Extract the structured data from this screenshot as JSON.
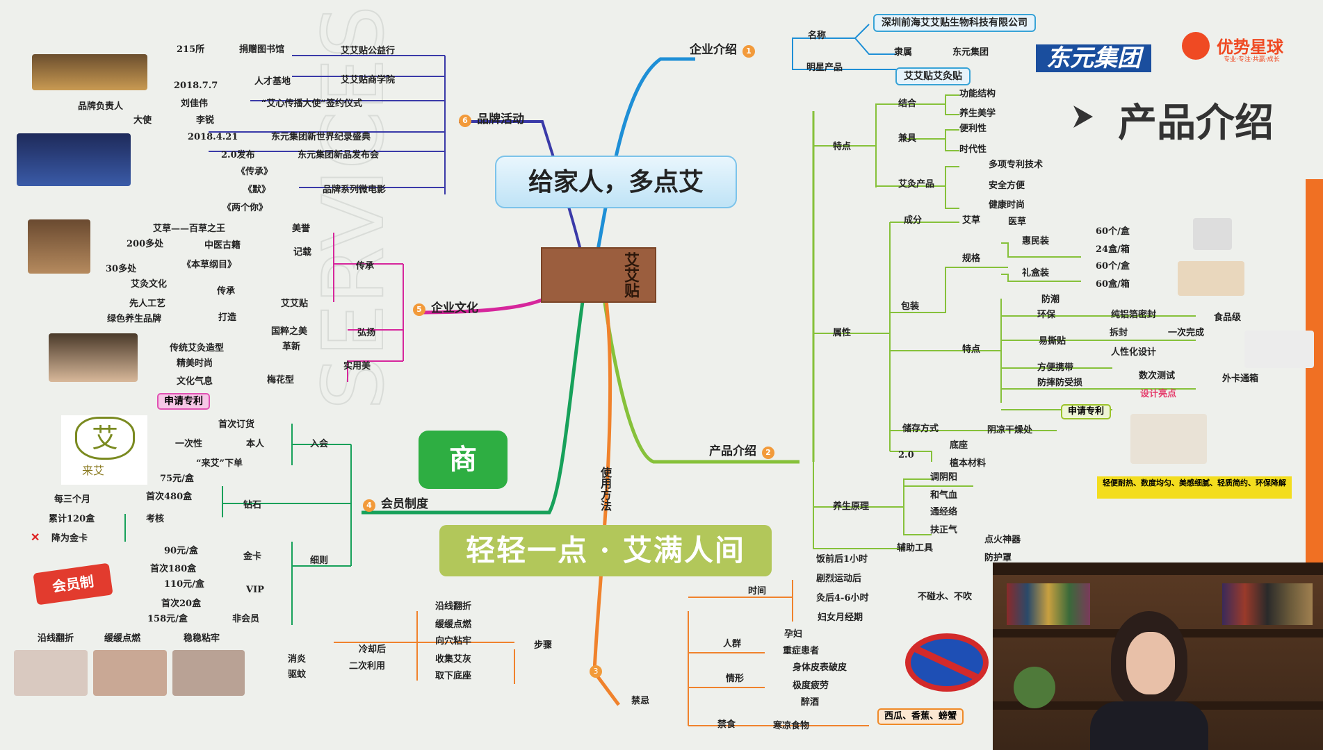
{
  "title_banner": "给家人，多点艾",
  "center_label": "艾艾贴",
  "slogan": "轻轻一点 · 艾满人间",
  "usage_label": "使用方法",
  "section_heading": "产品介绍",
  "brand": {
    "name": "优势星球",
    "tagline": "专业·专注·共赢·成长",
    "partner_logo": "东元集团"
  },
  "shang_icon_text": "商",
  "aiai_logo": {
    "char": "艾",
    "sub": "来艾"
  },
  "member_badge": "会员制",
  "branches": {
    "company": "企业介绍",
    "product": "产品介绍",
    "brand": "品牌活动",
    "culture": "企业文化",
    "member": "会员制度"
  },
  "nums": {
    "company": "1",
    "product": "2",
    "brand": "6",
    "culture": "5",
    "member": "4",
    "usage": "3"
  },
  "company": {
    "name_label": "名称",
    "name_value": "深圳前海艾艾贴生物科技有限公司",
    "belong_label": "隶属",
    "belong_value": "东元集团",
    "star_label": "明星产品",
    "star_value": "艾艾贴艾灸贴"
  },
  "product": {
    "features": "特点",
    "combine": "结合",
    "func_struct": "功能结构",
    "health_beauty": "养生美学",
    "both": "兼具",
    "convenience": "便利性",
    "modern": "时代性",
    "moxa_product": "艾灸产品",
    "multi_patent": "多项专利技术",
    "safe": "安全方便",
    "health_fashion": "健康时尚",
    "attr": "属性",
    "ingredient": "成分",
    "moxa": "艾草",
    "medicine": "医草",
    "pack": "包装",
    "spec": "规格",
    "benefit_pack": "惠民装",
    "gift_pack": "礼盒装",
    "p60a": "60个/盒",
    "p24": "24盒/箱",
    "p60b": "60个/盒",
    "p60c": "60盒/箱",
    "features2": "特点",
    "moisture": "防潮",
    "eco": "环保",
    "foil": "纯铝箔密封",
    "food_grade": "食品级",
    "tear": "易撕贴",
    "open": "拆封",
    "once": "一次完成",
    "human": "人性化设计",
    "carry": "方便携带",
    "anti": "防摔防受损",
    "test": "数次测试",
    "export": "外卡通箱",
    "design": "设计亮点",
    "apply_patent": "申请专利",
    "store": "储存方式",
    "store_val": "阴凉干燥处",
    "v2": "2.0",
    "base": "底座",
    "plant": "植本材料",
    "note": "轻便耐热、数度均匀、美感细腻、轻质简约、环保降解",
    "principle": "养生原理",
    "yin": "调阴阳",
    "qi": "和气血",
    "meridian": "通经络",
    "zheng": "扶正气",
    "aux": "辅助工具",
    "fire": "点火神器",
    "guard": "防护罩"
  },
  "brand_act": {
    "n215": "215所",
    "library": "捐赠图书馆",
    "charity": "艾艾贴公益行",
    "d2018_7_7": "2018.7.7",
    "talent": "人才基地",
    "academy": "艾艾贴商学院",
    "brand_owner": "品牌负责人",
    "liu": "刘佳伟",
    "ambassador_rite": "“艾心传播大使”签约仪式",
    "envoy": "大使",
    "li": "李锐",
    "d2018_4_21": "2018.4.21",
    "world_record": "东元集团新世界纪录盛典",
    "release": "2.0发布",
    "new_release": "东元集团新品发布会",
    "chuancheng": "《传承》",
    "mo": "《默》",
    "two_you": "《两个你》",
    "film": "品牌系列微电影"
  },
  "culture": {
    "mugwort_king": "艾草——百草之王",
    "beauty": "美誉",
    "n200": "200多处",
    "tcm_books": "中医古籍",
    "record": "记载",
    "n30": "30多处",
    "bencao": "《本草纲目》",
    "inherit": "传承",
    "moxa_culture": "艾灸文化",
    "inherit2": "传承",
    "ancestors": "先人工艺",
    "aiai": "艾艾贴",
    "green": "绿色养生品牌",
    "build": "打造",
    "guo": "国粹之美",
    "promote": "弘扬",
    "trad": "传统艾灸造型",
    "innovate": "革新",
    "fashion": "精美时尚",
    "plum": "梅花型",
    "practical": "实用美",
    "culture_style": "文化气息",
    "patent": "申请专利"
  },
  "member": {
    "first_order": "首次订货",
    "once": "一次性",
    "self": "本人",
    "join": "入会",
    "laiai": "“来艾”下单",
    "n75": "75元/盒",
    "first480": "首次480盒",
    "diamond": "钻石",
    "every3": "每三个月",
    "total120": "累计120盒",
    "assess": "考核",
    "downgrade": "降为金卡",
    "n90": "90元/盒",
    "gold": "金卡",
    "first180": "首次180盒",
    "detail": "细则",
    "n110": "110元/盒",
    "vip": "VIP",
    "first20": "首次20盒",
    "n158": "158元/盒",
    "nonmember": "非会员"
  },
  "usage": {
    "fold": "沿线翻折",
    "light": "缓缓点燃",
    "stick": "稳稳粘牢",
    "s_fold": "沿线翻折",
    "s_light": "缓缓点燃",
    "s_stick": "向穴粘牢",
    "s_collect": "收集艾灰",
    "s_remove": "取下底座",
    "cooled": "冷却后",
    "reuse": "二次利用",
    "disinfect": "消炎",
    "mosquito": "驱蚊",
    "steps": "步骤",
    "time": "时间",
    "before_meal": "饭前后1小时",
    "exercise": "剧烈运动后",
    "after": "灸后4-6小时",
    "nowater": "不碰水、不吹",
    "period": "妇女月经期",
    "crowd": "人群",
    "pregnant": "孕妇",
    "heavy": "重症患者",
    "situation": "情形",
    "skin": "身体皮表破皮",
    "tired": "极度疲劳",
    "drunk": "醉酒",
    "taboo": "禁忌",
    "food_taboo": "禁食",
    "cold_food": "寒凉食物",
    "fruits": "西瓜、香蕉、螃蟹"
  }
}
